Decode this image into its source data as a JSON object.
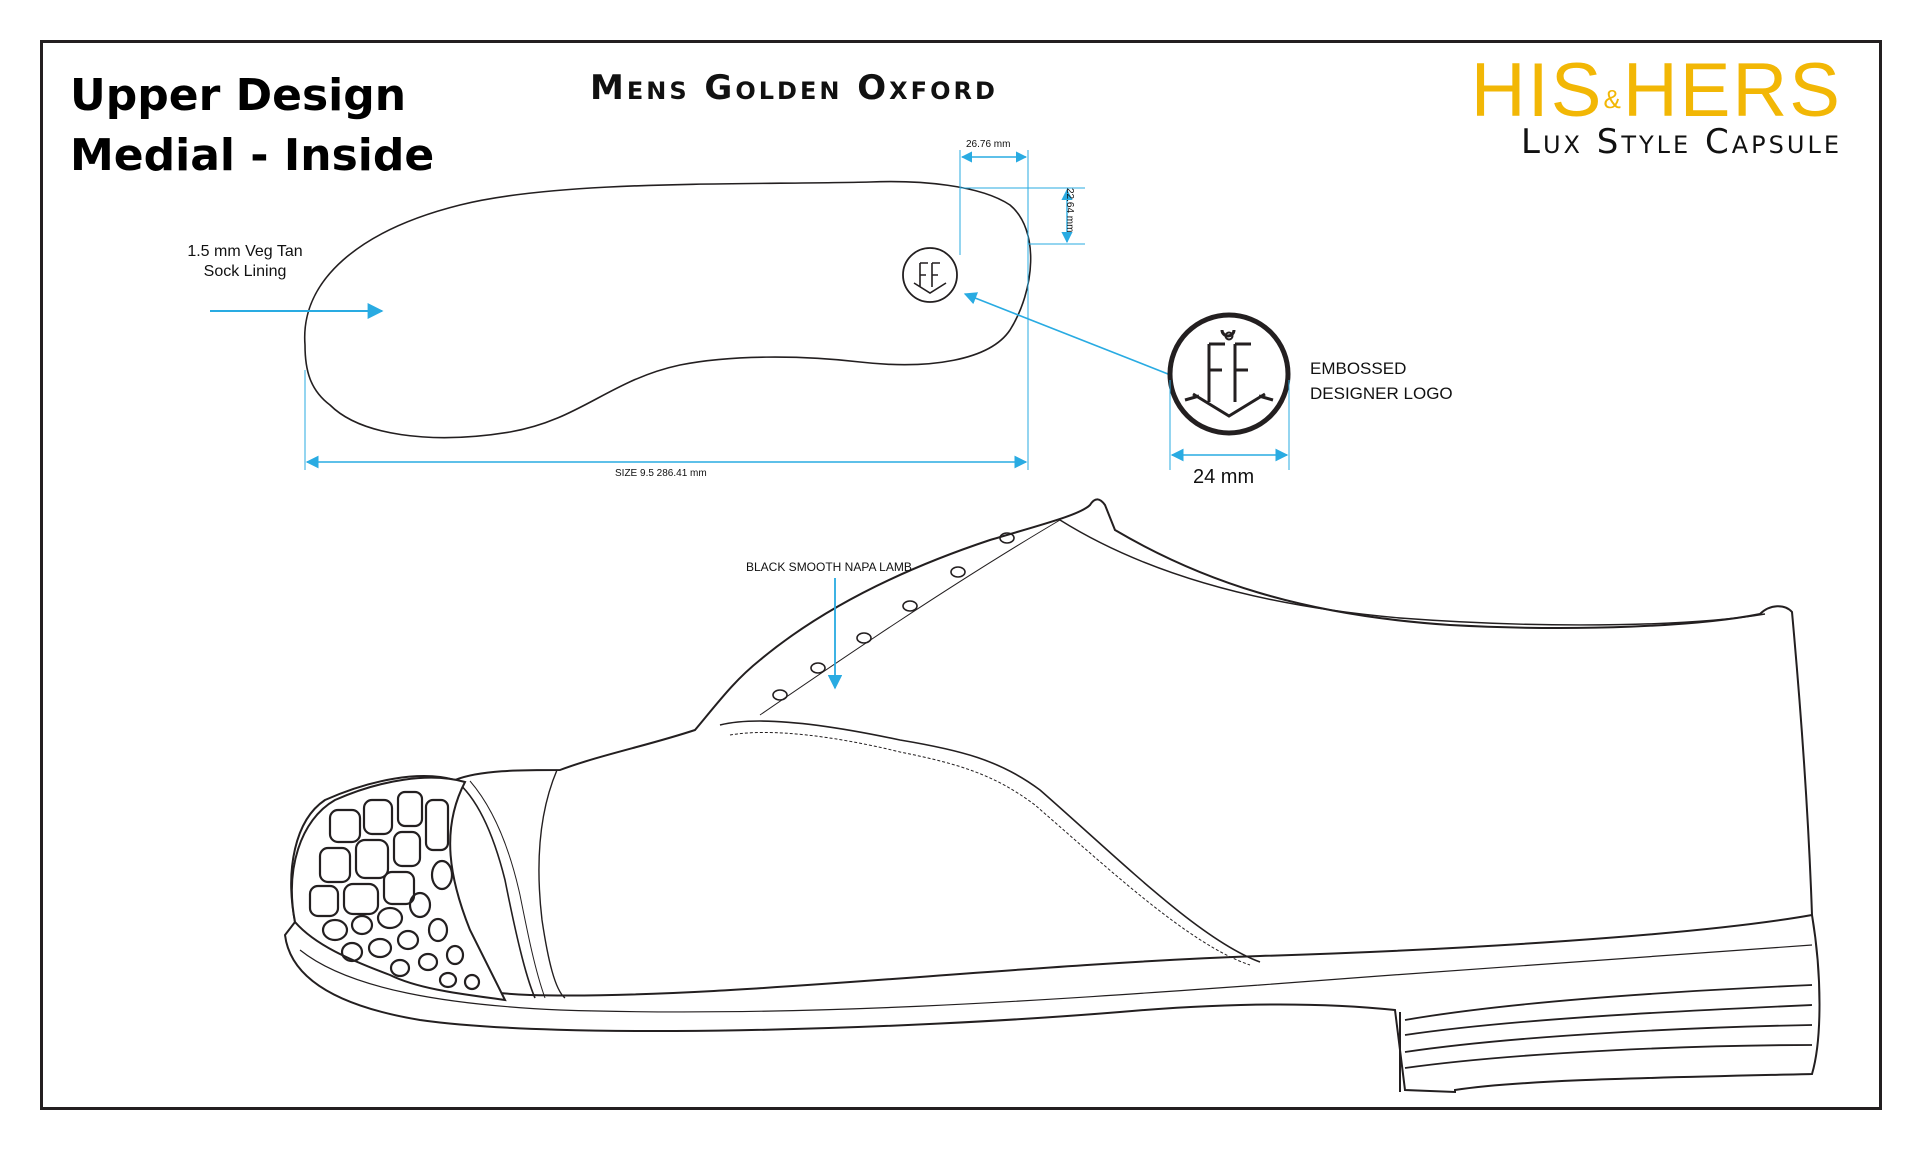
{
  "header": {
    "section_line1": "Upper Design",
    "section_line2": "Medial - Inside",
    "doc_title": "Mens Golden Oxford"
  },
  "brand": {
    "name_part1": "HIS",
    "amp": "&",
    "name_part2": "HERS",
    "tagline": "Lux Style Capsule",
    "accent_color": "#f2b705"
  },
  "annotations": {
    "lining_line1": "1.5 mm Veg Tan",
    "lining_line2": "Sock Lining",
    "logo_line1": "EMBOSSED",
    "logo_line2": "DESIGNER LOGO",
    "logo_diameter": "24 mm",
    "insole_length": "SIZE 9.5 286.41 mm",
    "logo_offset_width": "26.76 mm",
    "logo_offset_height": "22.64 mm",
    "upper_material": "BLACK SMOOTH NAPA LAMB"
  },
  "colors": {
    "dimension_lines": "#29abe2",
    "outline": "#231f20"
  }
}
